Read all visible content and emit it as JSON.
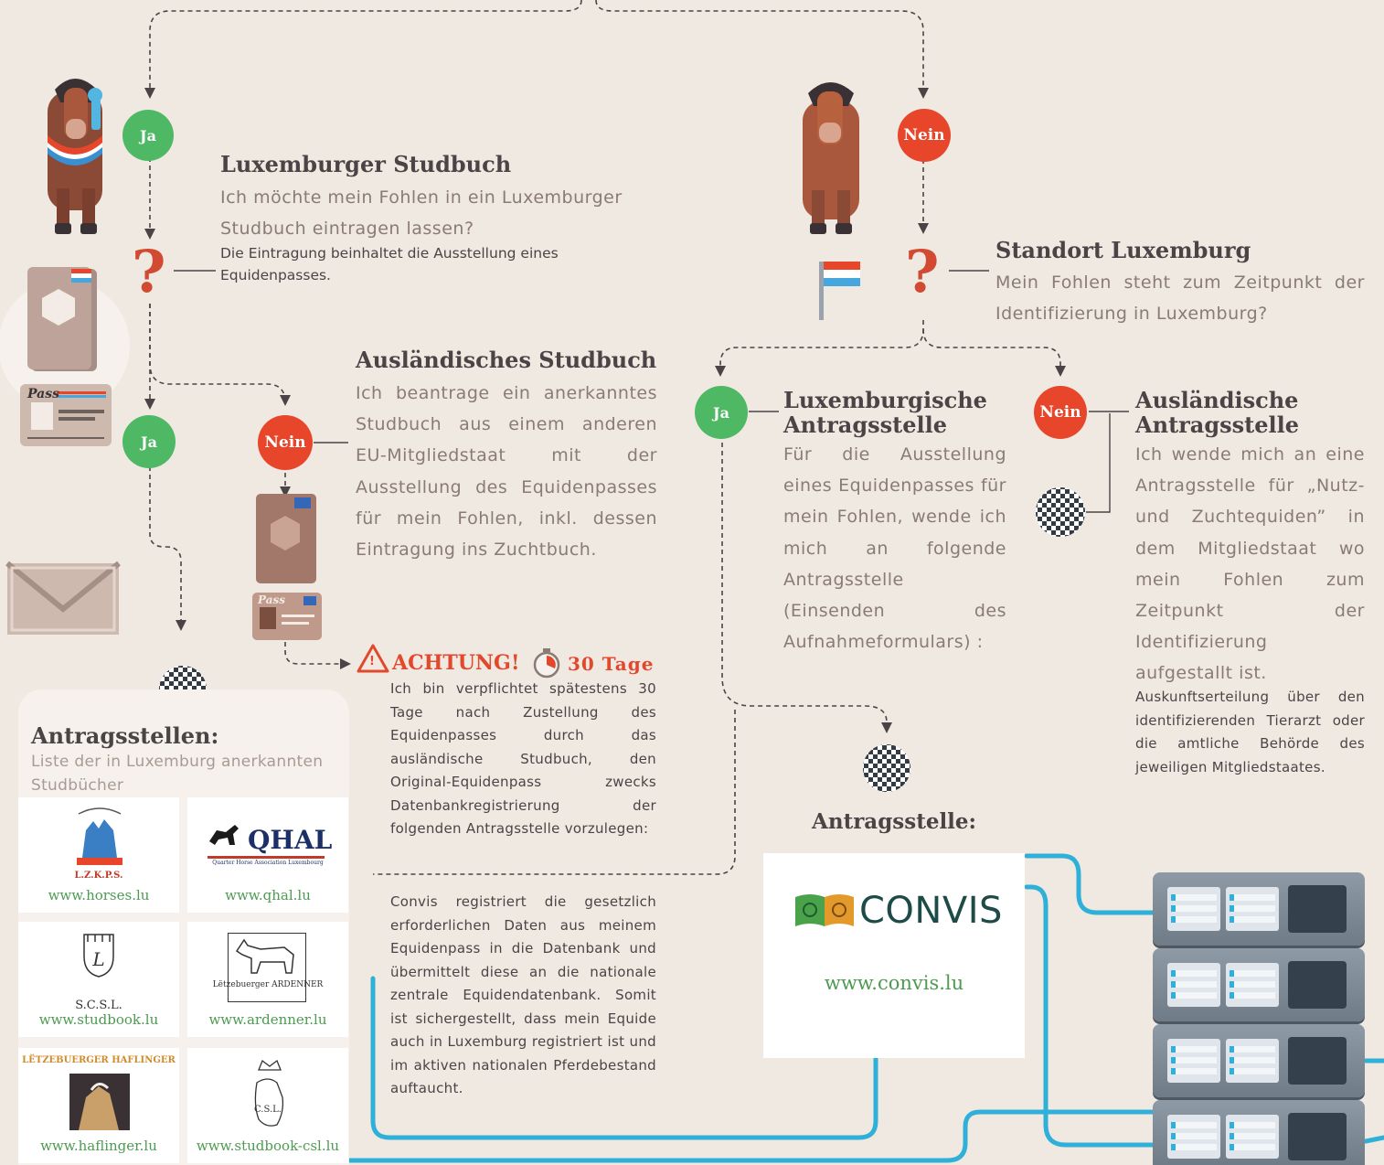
{
  "colors": {
    "background": "#efe9e2",
    "yes": "#4fb865",
    "no": "#e8462a",
    "heading": "#4a4446",
    "body": "#8a7b74",
    "link": "#4e9a52",
    "cable": "#2fb0d8",
    "warning": "#e2492c"
  },
  "lux_studbook": {
    "yes_label": "Ja",
    "title": "Luxemburger Studbuch",
    "text": "Ich möchte mein Fohlen in ein Luxemburger Studbuch eintragen lassen?",
    "note": "Die Eintragung beinhaltet die Ausstellung eines Equidenpasses."
  },
  "location": {
    "no_label": "Nein",
    "title": "Standort Luxemburg",
    "text": "Mein Fohlen steht zum Zeitpunkt der Identifizierung in Luxemburg?"
  },
  "left_branch": {
    "question_mark": "?",
    "yes_label": "Ja",
    "no_label": "Nein",
    "passport_label": "Pass"
  },
  "foreign_studbook": {
    "title": "Ausländisches Studbuch",
    "text": "Ich beantrage ein anerkanntes Studbuch aus einem anderen EU-Mitgliedstaat mit der Ausstellung des Equidenpasses für mein Fohlen, inkl. dessen Eintragung ins Zuchtbuch."
  },
  "warning": {
    "icon": "!",
    "title": "ACHTUNG!",
    "days": "30 Tage",
    "text": "Ich bin verpflichtet spätestens 30 Tage nach Zustellung des Equidenpasses durch das ausländische Studbuch, den Original-Equidenpass zwecks Datenbankregistrierung der folgenden Antragsstelle vorzulegen:",
    "convis_text": "Convis registriert die gesetzlich erforderlichen Daten aus meinem Equidenpass in die Datenbank und übermittelt diese an die nationale zentrale Equidendatenbank. Somit ist sichergestellt, dass mein Equide auch in Luxemburg registriert ist und im aktiven nationalen Pferdebestand auftaucht."
  },
  "lux_office": {
    "yes_label": "Ja",
    "title_line1": "Luxemburgische",
    "title_line2": "Antragsstelle",
    "text": "Für die Ausstellung eines Equidenpasses für mein Fohlen, wende ich mich an folgende Antragsstelle (Einsenden des Aufnahmeformulars) :"
  },
  "foreign_office": {
    "no_label": "Nein",
    "title_line1": "Ausländische",
    "title_line2": "Antragsstelle",
    "text": "Ich wende mich an eine Antragsstelle für „Nutz- und Zuchtequiden” in dem Mitgliedstaat wo mein Fohlen zum Zeitpunkt der Identifizierung aufgestallt ist.",
    "note": "Auskunftserteilung über den identifizierenden Tierarzt oder die amtliche Behörde des jeweiligen Mitgliedstaates."
  },
  "applications_panel": {
    "title": "Antragsstellen:",
    "subtitle": "Liste der in Luxemburg anerkannten Studbücher",
    "logos": [
      {
        "name": "L.Z.K.P.S.",
        "url": "www.horses.lu"
      },
      {
        "name": "QHAL",
        "sub": "Quarter Horse Association Luxembourg",
        "url": "www.qhal.lu"
      },
      {
        "name": "S.C.S.L.",
        "url": "www.studbook.lu"
      },
      {
        "name": "Lëtzebuerger ARDENNER",
        "url": "www.ardenner.lu"
      },
      {
        "name": "LËTZEBUERGER HAFLINGER",
        "url": "www.haflinger.lu"
      },
      {
        "name": "C.S.L.",
        "url": "www.studbook-csl.lu"
      }
    ]
  },
  "convis": {
    "title": "Antragsstelle:",
    "logo_text": "CONVIS",
    "url": "www.convis.lu"
  },
  "icons": [
    "horse-with-ribbon-icon",
    "horse-icon",
    "luxembourg-flag-icon",
    "passport-book-icon",
    "pass-card-icon",
    "envelope-icon",
    "checkered-flag-icon",
    "warning-triangle-icon",
    "stopwatch-icon",
    "server-rack-icon"
  ]
}
